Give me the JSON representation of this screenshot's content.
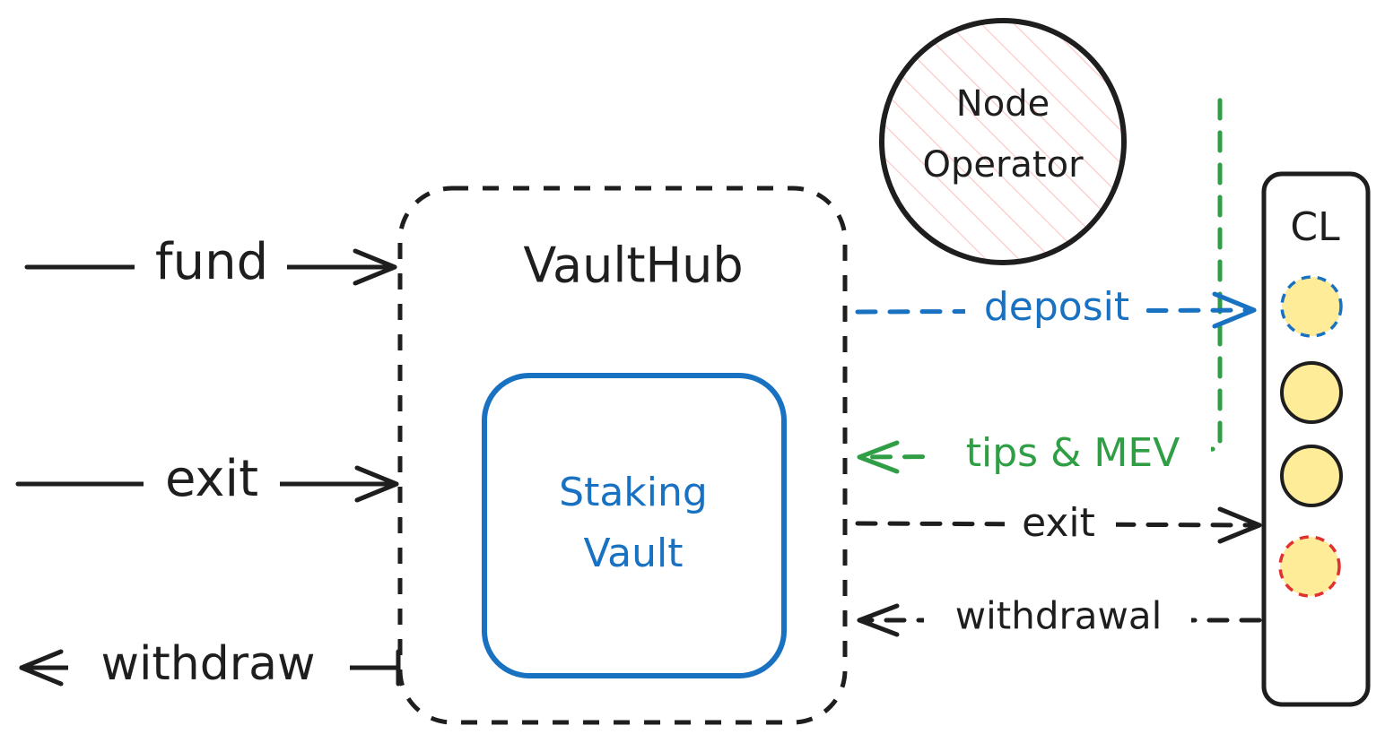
{
  "colors": {
    "ink": "#1e1e1e",
    "blue": "#1971c2",
    "green": "#2f9e44",
    "red": "#e03131",
    "yellow_fill": "#ffec99",
    "hatch_pink": "#ffc9c9",
    "background": "#ffffff"
  },
  "vault_hub": {
    "title": "VaultHub",
    "staking_vault": {
      "line1": "Staking",
      "line2": "Vault"
    }
  },
  "node_operator": {
    "line1": "Node",
    "line2": "Operator"
  },
  "consensus_layer": {
    "title": "CL",
    "validators": [
      {
        "state": "pending",
        "border": "dashed-blue"
      },
      {
        "state": "active",
        "border": "solid-black"
      },
      {
        "state": "active",
        "border": "solid-black"
      },
      {
        "state": "exiting",
        "border": "dashed-red"
      }
    ]
  },
  "left_flows": {
    "fund": "fund",
    "exit": "exit",
    "withdraw": "withdraw"
  },
  "right_flows": {
    "deposit": "deposit",
    "tips": "tips & MEV",
    "exit": "exit",
    "withdrawal": "withdrawal"
  }
}
